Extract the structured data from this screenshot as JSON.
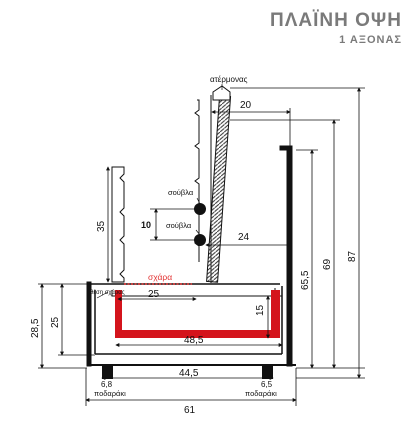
{
  "title": {
    "main": "ΠΛΑΪΝΗ ΟΨΗ",
    "sub": "1 ΑΞΟΝΑΣ"
  },
  "labels": {
    "endless_screw": "ατέρμονας",
    "skewer_upper": "σούβλα",
    "skewer_lower": "σούβλα",
    "grill": "σχάρα",
    "tray": "θέση σχάρας",
    "foot_left": "ποδαράκι",
    "foot_right": "ποδαράκι"
  },
  "dimensions": {
    "top_width": "20",
    "lower_arm": "24",
    "rack_height": "35",
    "skewer_gap": "10",
    "grill_length": "25",
    "inner_width": "48,5",
    "depth_15": "15",
    "outer_width": "44,5",
    "total_width": "61",
    "foot_left": "6,8",
    "foot_right": "6,5",
    "h_28_5": "28,5",
    "h_25": "25",
    "h_65_5": "65,5",
    "h_69": "69",
    "h_87": "87"
  },
  "colors": {
    "tray": "#d4141c",
    "grill": "#e23030",
    "body": "#111111"
  }
}
